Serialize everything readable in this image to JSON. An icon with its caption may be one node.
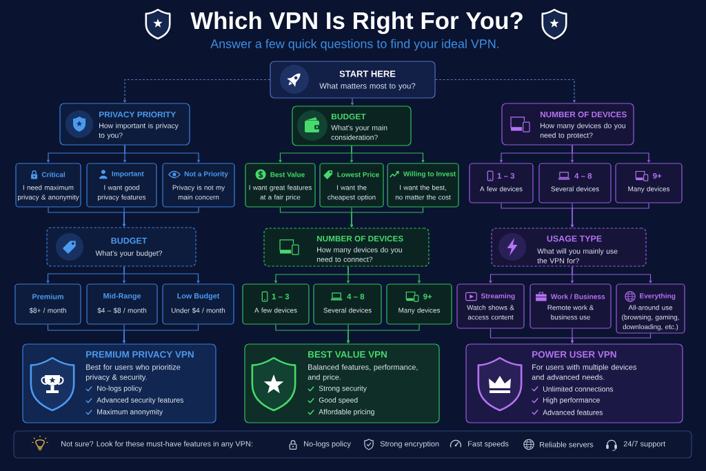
{
  "diagram": {
    "title": "Which VPN Is Right For You?",
    "nodes": [
      {
        "text": [
          "START HERE",
          "What matters most to you?"
        ]
      },
      {
        "text": [
          "PRIVACY PRIORITY",
          "How important is privacy to you?"
        ]
      },
      {
        "text": [
          "BUDGET",
          "What’s your main consideration?"
        ]
      },
      {
        "text": [
          "NUMBER OF DEVICES",
          "How many devices do you need to protect?"
        ]
      },
      {
        "text": [
          "Critical",
          "I need maximum privacy & anonymity"
        ]
      },
      {
        "text": [
          "Important",
          "I want good privacy features"
        ]
      },
      {
        "text": [
          "Not a Priority",
          "Privacy is not my main concern"
        ]
      },
      {
        "text": [
          "Best Value",
          "I want great features at a fair price"
        ]
      },
      {
        "text": [
          "Lowest Price",
          "I want the cheapest option"
        ]
      },
      {
        "text": [
          "Willing to Invest",
          "I want the best, no matter the cost"
        ]
      },
      {
        "text": [
          "1 – 3",
          "A few devices"
        ]
      },
      {
        "text": [
          "4 – 8",
          "Several devices"
        ]
      },
      {
        "text": [
          "9+",
          "Many devices"
        ]
      },
      {
        "text": [
          "BUDGET",
          "What’s your budget?"
        ]
      },
      {
        "text": [
          "NUMBER OF DEVICES",
          "How many devices do you need to connect?"
        ]
      },
      {
        "text": [
          "USAGE TYPE",
          "What will you mainly use the VPN for?"
        ]
      },
      {
        "text": [
          "Premium",
          "$8+ / month"
        ]
      },
      {
        "text": [
          "Mid-Range",
          "$4 – $8 / month"
        ]
      },
      {
        "text": [
          "Low Budget",
          "Under $4 / month"
        ]
      },
      {
        "text": [
          "1 – 3",
          "A few devices"
        ]
      },
      {
        "text": [
          "4 – 8",
          "Several devices"
        ]
      },
      {
        "text": [
          "9+",
          "Many devices"
        ]
      },
      {
        "text": [
          "Streaming",
          "Watch shows & access content"
        ]
      },
      {
        "text": [
          "Work / Business",
          "Remote work & business use"
        ]
      },
      {
        "text": [
          "Everything",
          "All-around use (browsing, gaming, downloading, etc.)"
        ]
      },
      {
        "text": [
          "PREMIUM PRIVACY VPN",
          "Best for users who prioritize privacy & security.",
          "No-logs policy",
          "Advanced security features",
          "Maximum anonymity"
        ]
      },
      {
        "text": [
          "BEST VALUE VPN",
          "Balanced features, performance, and price.",
          "Strong security",
          "Good speed",
          "Affordable pricing"
        ]
      },
      {
        "text": [
          "POWER USER VPN",
          "For users with multiple devices and advanced needs.",
          "Unlimited connections",
          "High performance",
          "Advanced features"
        ]
      },
      {
        "text": [
          "Not sure? Look for these must-have features in any VPN:",
          "No-logs policy",
          "Strong encryption",
          "Fast speeds",
          "Reliable servers",
          "24/7 support"
        ]
      }
    ],
    "edges": [
      {
        "from": 0,
        "to": 1,
        "arrow": "to",
        "style": "dashed",
        "color": "#5a7cc0"
      },
      {
        "from": 0,
        "to": 2,
        "arrow": "to",
        "color": "#5a7cc0"
      },
      {
        "from": 0,
        "to": 3,
        "arrow": "to",
        "style": "dashed",
        "color": "#5a7cc0"
      },
      {
        "from": 1,
        "to": 4,
        "arrow": "to",
        "color": "#3f80de"
      },
      {
        "from": 1,
        "to": 5,
        "arrow": "to",
        "color": "#3f80de"
      },
      {
        "from": 1,
        "to": 6,
        "arrow": "to",
        "color": "#3f80de"
      },
      {
        "from": 4,
        "to": 13,
        "arrow": "to",
        "color": "#3f80de"
      },
      {
        "from": 5,
        "to": 13,
        "arrow": "to",
        "color": "#3f80de"
      },
      {
        "from": 6,
        "to": 13,
        "arrow": "to",
        "color": "#3f80de"
      },
      {
        "from": 13,
        "to": 16,
        "arrow": "to",
        "color": "#3f80de"
      },
      {
        "from": 13,
        "to": 17,
        "arrow": "to",
        "color": "#3f80de"
      },
      {
        "from": 13,
        "to": 18,
        "arrow": "to",
        "color": "#3f80de"
      },
      {
        "from": 16,
        "to": 25,
        "arrow": "to",
        "color": "#3f80de"
      },
      {
        "from": 17,
        "to": 25,
        "arrow": "to",
        "color": "#3f80de"
      },
      {
        "from": 18,
        "to": 25,
        "arrow": "to",
        "color": "#3f80de"
      },
      {
        "from": 2,
        "to": 7,
        "arrow": "to",
        "color": "#36bd5a"
      },
      {
        "from": 2,
        "to": 8,
        "arrow": "to",
        "color": "#36bd5a"
      },
      {
        "from": 2,
        "to": 9,
        "arrow": "to",
        "color": "#36bd5a"
      },
      {
        "from": 7,
        "to": 14,
        "arrow": "to",
        "color": "#36bd5a"
      },
      {
        "from": 8,
        "to": 14,
        "arrow": "to",
        "color": "#36bd5a"
      },
      {
        "from": 9,
        "to": 14,
        "arrow": "to",
        "color": "#36bd5a"
      },
      {
        "from": 14,
        "to": 19,
        "arrow": "to",
        "color": "#36bd5a"
      },
      {
        "from": 14,
        "to": 20,
        "arrow": "to",
        "color": "#36bd5a"
      },
      {
        "from": 14,
        "to": 21,
        "arrow": "to",
        "color": "#36bd5a"
      },
      {
        "from": 19,
        "to": 26,
        "arrow": "to",
        "color": "#36bd5a"
      },
      {
        "from": 20,
        "to": 26,
        "arrow": "to",
        "color": "#36bd5a"
      },
      {
        "from": 21,
        "to": 26,
        "arrow": "to",
        "color": "#36bd5a"
      },
      {
        "from": 3,
        "to": 10,
        "arrow": "to",
        "color": "#9b5ddf"
      },
      {
        "from": 3,
        "to": 11,
        "arrow": "to",
        "color": "#9b5ddf"
      },
      {
        "from": 3,
        "to": 12,
        "arrow": "to",
        "color": "#9b5ddf"
      },
      {
        "from": 10,
        "to": 15,
        "arrow": "to",
        "color": "#9b5ddf"
      },
      {
        "from": 11,
        "to": 15,
        "arrow": "to",
        "color": "#9b5ddf"
      },
      {
        "from": 12,
        "to": 15,
        "arrow": "to",
        "color": "#9b5ddf"
      },
      {
        "from": 15,
        "to": 22,
        "arrow": "to",
        "color": "#9b5ddf"
      },
      {
        "from": 15,
        "to": 23,
        "arrow": "to",
        "color": "#9b5ddf"
      },
      {
        "from": 15,
        "to": 24,
        "arrow": "to",
        "color": "#9b5ddf"
      },
      {
        "from": 22,
        "to": 27,
        "arrow": "to",
        "color": "#9b5ddf"
      },
      {
        "from": 23,
        "to": 27,
        "arrow": "to",
        "color": "#9b5ddf"
      },
      {
        "from": 24,
        "to": 27,
        "arrow": "to",
        "color": "#9b5ddf"
      }
    ],
    "labels": [
      "Answer a few quick questions to find your ideal VPN."
    ]
  }
}
